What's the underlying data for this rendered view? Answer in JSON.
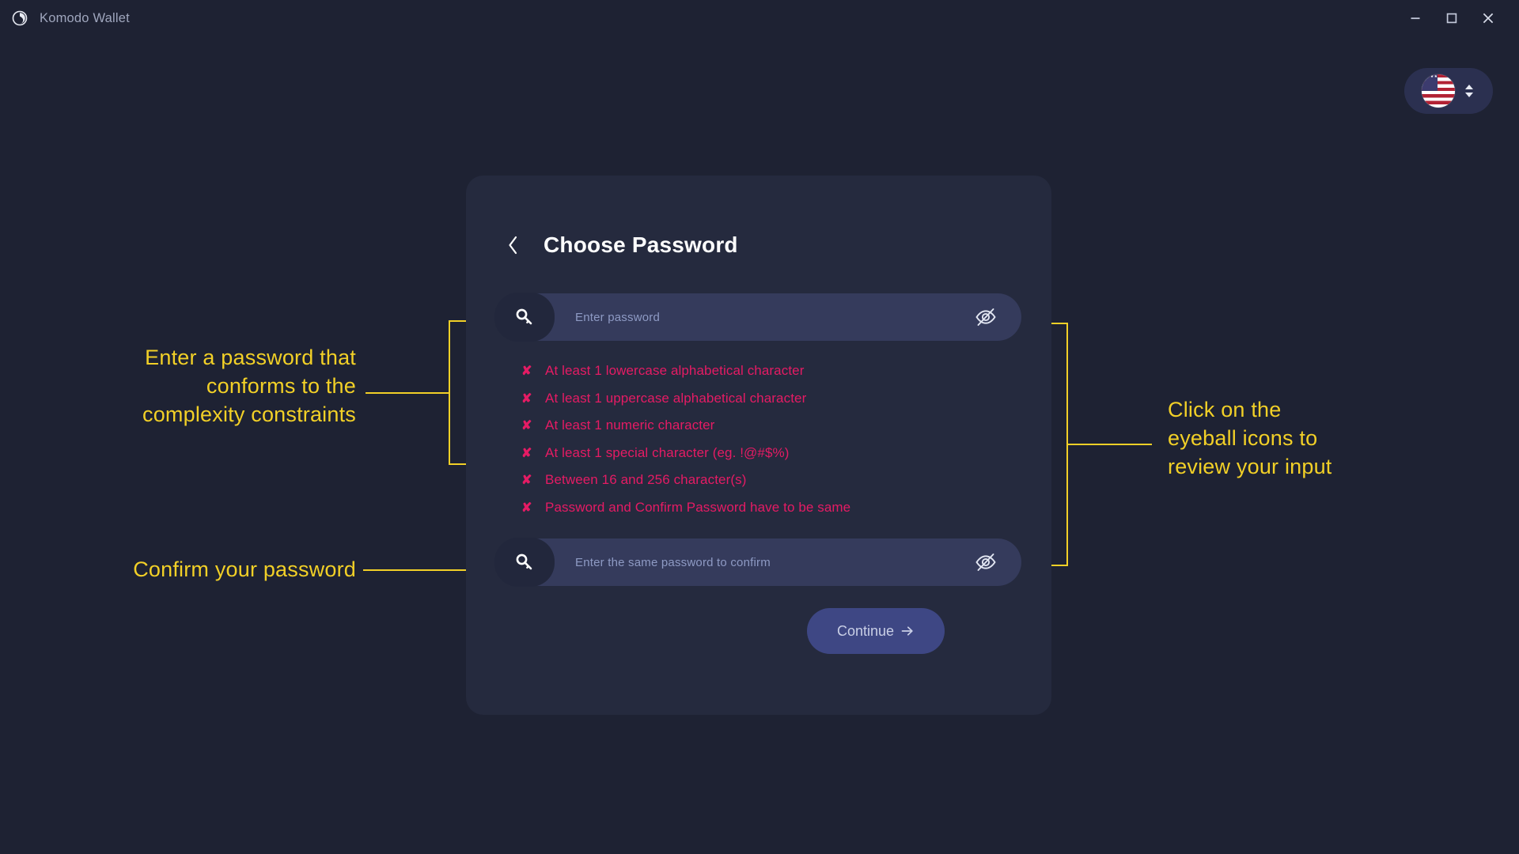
{
  "window": {
    "app_title": "Komodo Wallet",
    "logo_icon": "komodo-circle-icon",
    "controls": [
      {
        "name": "minimize",
        "icon": "minimize-icon"
      },
      {
        "name": "maximize",
        "icon": "maximize-icon"
      },
      {
        "name": "close",
        "icon": "close-icon"
      }
    ]
  },
  "language_selector": {
    "flag_icon": "us-flag-icon",
    "chevron_icon": "chevron-up-down-icon"
  },
  "card": {
    "back_icon": "chevron-left-icon",
    "title": "Choose Password",
    "password_field": {
      "icon": "key-icon",
      "placeholder": "Enter password",
      "value": "",
      "toggle_icon": "eye-off-icon"
    },
    "confirm_field": {
      "icon": "key-icon",
      "placeholder": "Enter the same password to confirm",
      "value": "",
      "toggle_icon": "eye-off-icon"
    },
    "validation": {
      "status_mark": "✘",
      "rules": [
        "At least 1 lowercase alphabetical character",
        "At least 1 uppercase alphabetical character",
        "At least 1 numeric character",
        "At least 1 special character (eg. !@#$%)",
        "Between 16 and 256 character(s)",
        "Password and Confirm Password have to be same"
      ]
    },
    "continue_button": {
      "label": "Continue",
      "icon": "arrow-right-icon"
    }
  },
  "annotations": [
    {
      "id": "password-complexity",
      "text": "Enter a password that\nconforms to the\ncomplexity constraints"
    },
    {
      "id": "confirm-password",
      "text": "Confirm your password"
    },
    {
      "id": "eyeball-icons",
      "text": "Click on the\neyeball icons to\nreview your input"
    }
  ],
  "colors": {
    "page_background": "#1e2233",
    "card_background": "#252a3e",
    "field_background": "#353b5c",
    "annotation": "#f2d027",
    "error": "#e51b64",
    "accent_button": "#3e4784"
  }
}
